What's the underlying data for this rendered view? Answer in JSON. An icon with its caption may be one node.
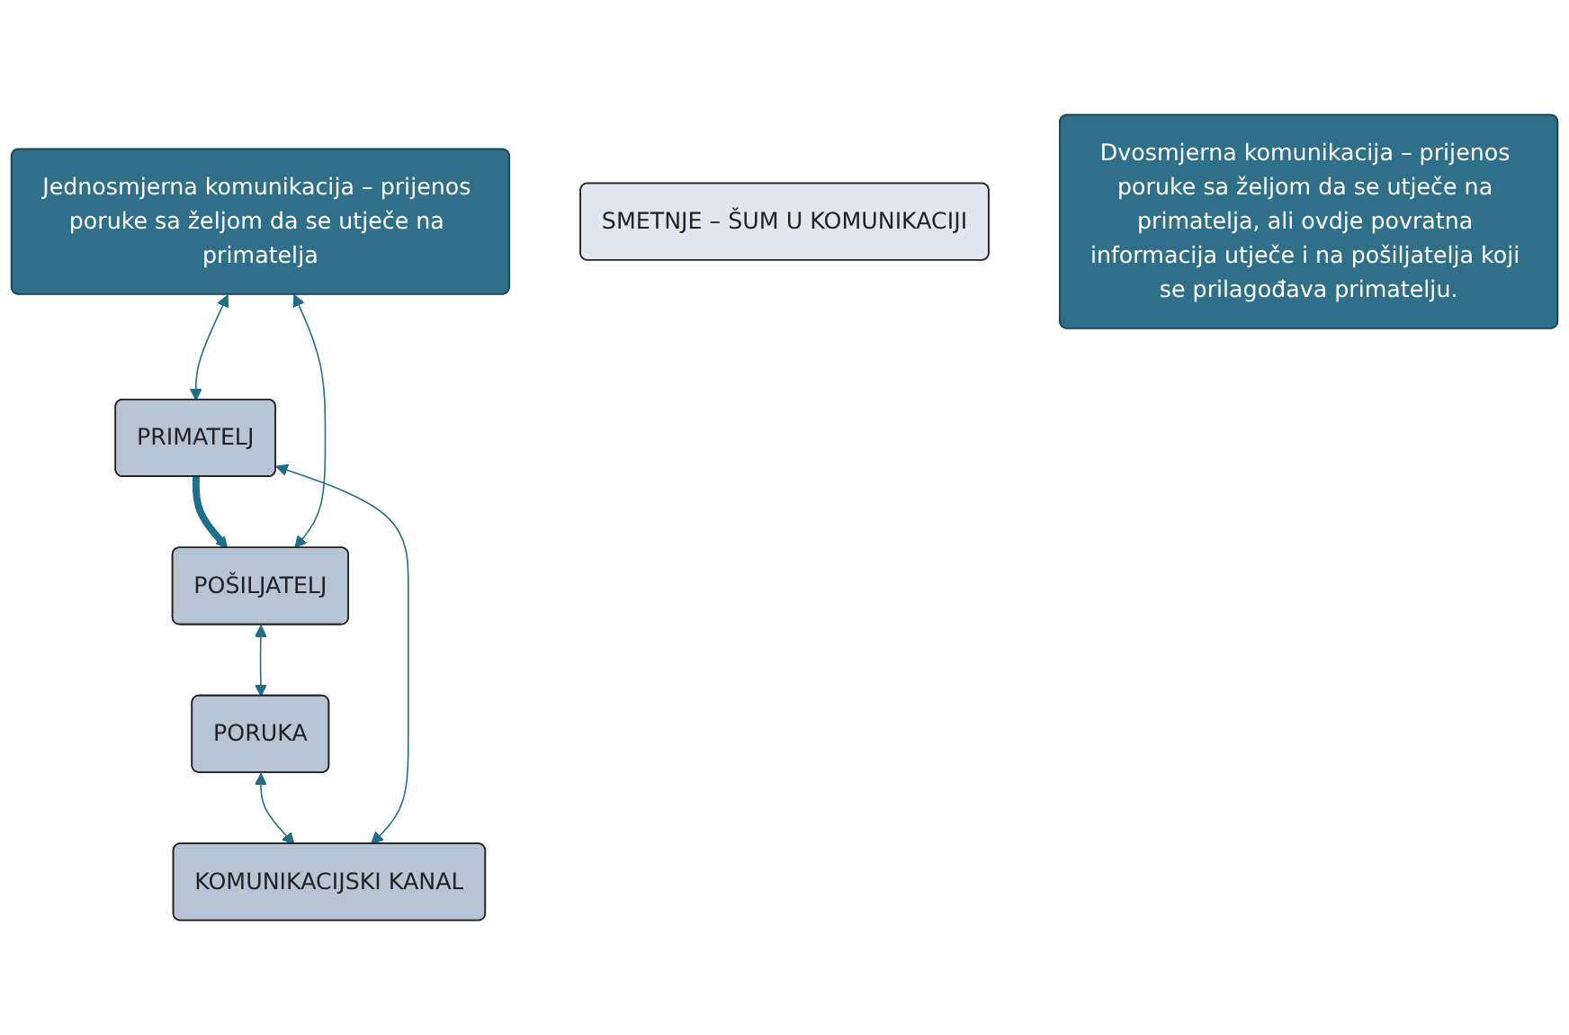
{
  "diagram": {
    "nodes": [
      {
        "text": [
          "Jednosmjerna komunikacija – prijenos poruke sa željom da se utječe na primatelja"
        ]
      },
      {
        "text": [
          "POŠILJATELJ"
        ]
      },
      {
        "text": [
          "PORUKA"
        ]
      },
      {
        "text": [
          "KOMUNIKACIJSKI KANAL"
        ]
      },
      {
        "text": [
          "PRIMATELJ"
        ]
      },
      {
        "text": [
          "SMETNJE – ŠUM U KOMUNIKACIJI"
        ]
      },
      {
        "text": [
          "Dvosmjerna komunikacija – prijenos poruke sa željom da se utječe na primatelja, ali ovdje povratna informacija utječe i na pošiljatelja koji se prilagođava primatelju."
        ]
      }
    ],
    "edges": [
      {
        "from": 1,
        "to": 0,
        "arrow": "both"
      },
      {
        "from": 0,
        "to": 4,
        "arrow": "both"
      },
      {
        "from": 1,
        "to": 2,
        "arrow": "both"
      },
      {
        "from": 2,
        "to": 3,
        "arrow": "both"
      },
      {
        "from": 3,
        "to": 4,
        "arrow": "both"
      },
      {
        "from": 4,
        "to": 1,
        "arrow": "to",
        "style": "thick"
      }
    ]
  }
}
